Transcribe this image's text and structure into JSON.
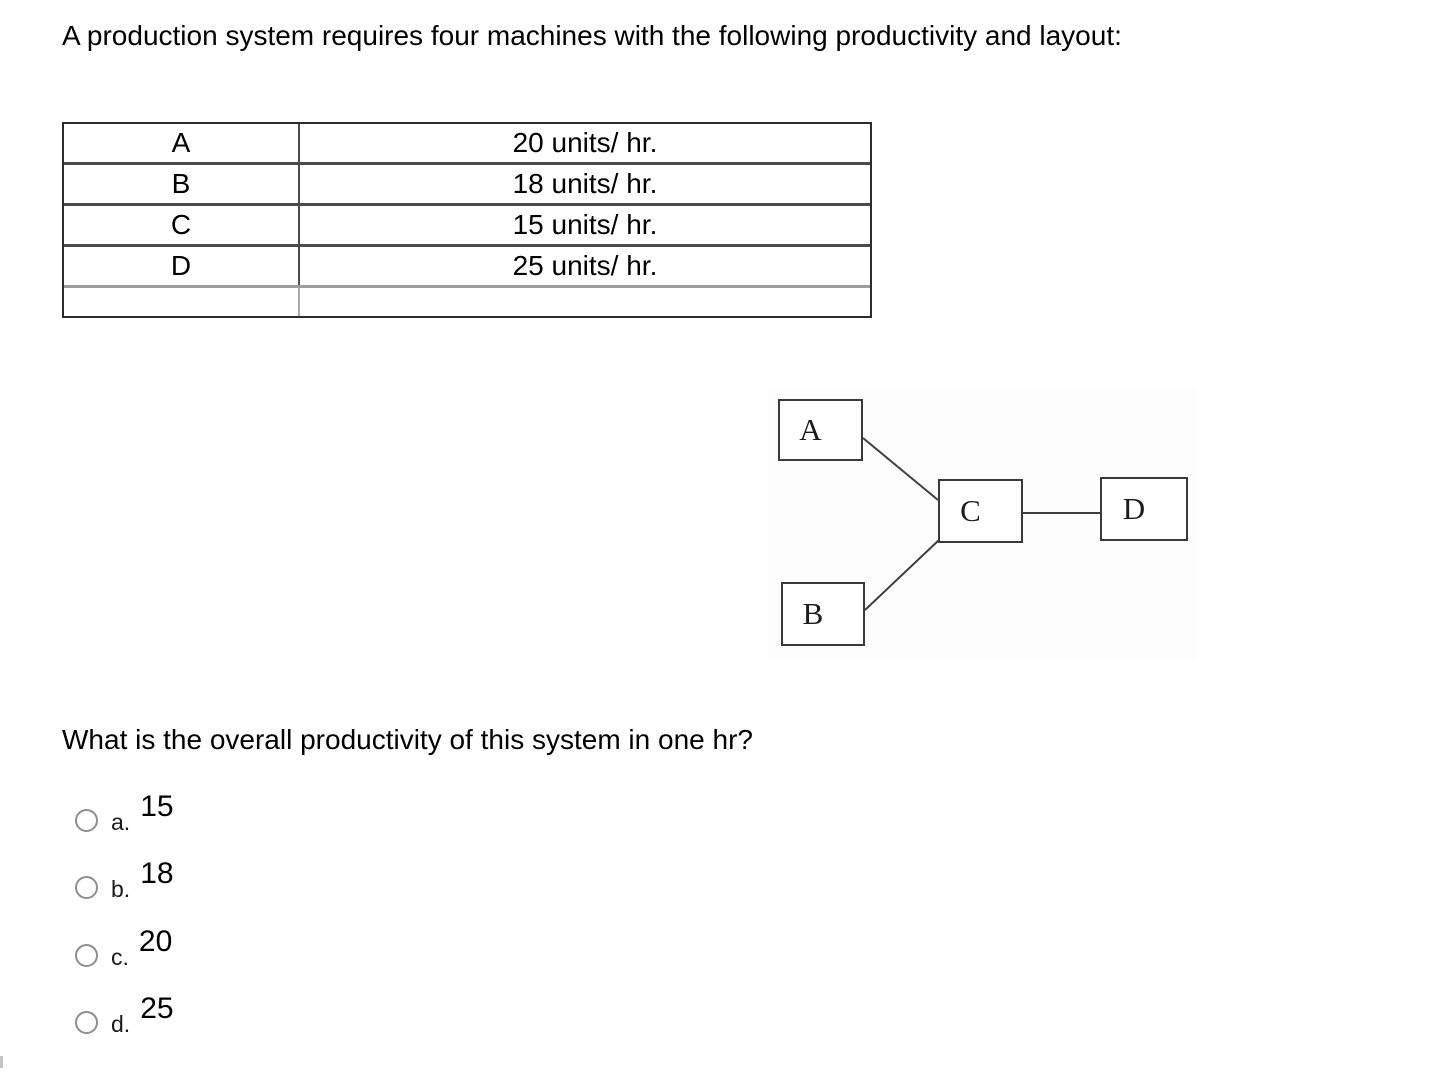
{
  "header": {
    "title": "A production system requires four machines with the following productivity and layout:"
  },
  "table": {
    "rows": [
      {
        "machine": "A",
        "rate": "20 units/ hr."
      },
      {
        "machine": "B",
        "rate": "18 units/ hr."
      },
      {
        "machine": "C",
        "rate": "15 units/ hr."
      },
      {
        "machine": "D",
        "rate": "25 units/ hr."
      },
      {
        "machine": "",
        "rate": ""
      }
    ]
  },
  "diagram": {
    "nodes": {
      "a": "A",
      "b": "B",
      "c": "C",
      "d": "D"
    },
    "edges": [
      "A-C",
      "B-C",
      "C-D"
    ],
    "line_color": "#3f3f3f"
  },
  "question": {
    "text": "What is the overall productivity of this system in one hr?"
  },
  "options": [
    {
      "letter": "a.",
      "value": "15",
      "selected": false
    },
    {
      "letter": "b.",
      "value": "18",
      "selected": false
    },
    {
      "letter": "c.",
      "value": "20",
      "selected": false
    },
    {
      "letter": "d.",
      "value": "25",
      "selected": false
    }
  ],
  "colors": {
    "table_border_outer": "#2c2c2c",
    "table_border_inner": "#4b4b4b",
    "table_border_light": "#9d9d9d",
    "radio_ring": "#8e8e8e",
    "text": "#000000"
  }
}
